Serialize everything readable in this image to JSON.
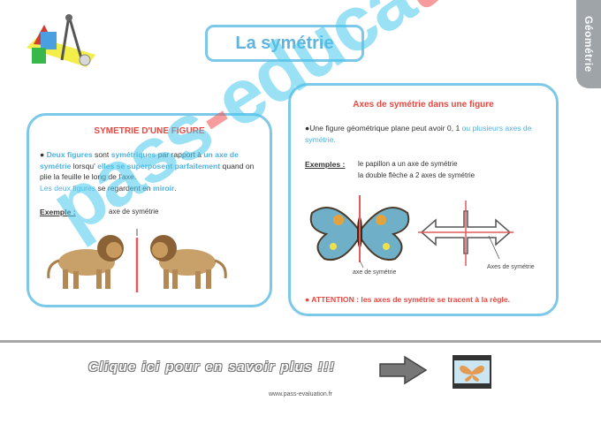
{
  "header": {
    "title": "La symétrie",
    "side_tab": "Géométrie"
  },
  "left_panel": {
    "title": "SYMETRIE D'UNE FIGURE",
    "para": {
      "bullet": "●",
      "t1": "Deux figures",
      "t2": " sont ",
      "t3": "symétriques",
      "t4": " par rapport à ",
      "t5": "un axe de symétrie",
      "t6": " lorsqu' ",
      "t7": "elles se superposent parfaitement",
      "t8": " quand on plie la feuille le long de l'axe.",
      "t9": "Les deux figures",
      "t10": " se regardent en ",
      "t11": "miroir",
      "t12": "."
    },
    "example_label": "Exemple :",
    "axis_label": "axe de symétrie"
  },
  "right_panel": {
    "title": "Axes de symétrie dans une figure",
    "para": {
      "t1": "●Une figure géométrique plane peut avoir 0, 1 ",
      "t2": "ou plusieurs axes de symétrie.",
      "t3": ""
    },
    "examples_label": "Exemples :",
    "example_line1": "le papillon a un axe de symétrie",
    "example_line2": "la double flèche a 2 axes de symétrie",
    "butterfly_axis_label": "axe de symétrie",
    "arrow_axis_label": "Axes de symétrie",
    "attention": "● ATTENTION : les axes de symétrie se tracent à la règle."
  },
  "footer": {
    "cta": "Clique ici pour en savoir plus !!!",
    "url": "www.pass-evaluation.fr"
  },
  "watermark": {
    "part1": "pass",
    "dash": "-",
    "part2": "educa",
    "part3": "tion"
  },
  "colors": {
    "accent_blue": "#7cc8e8",
    "title_red": "#e8463f",
    "text_blue": "#4fb1de"
  }
}
